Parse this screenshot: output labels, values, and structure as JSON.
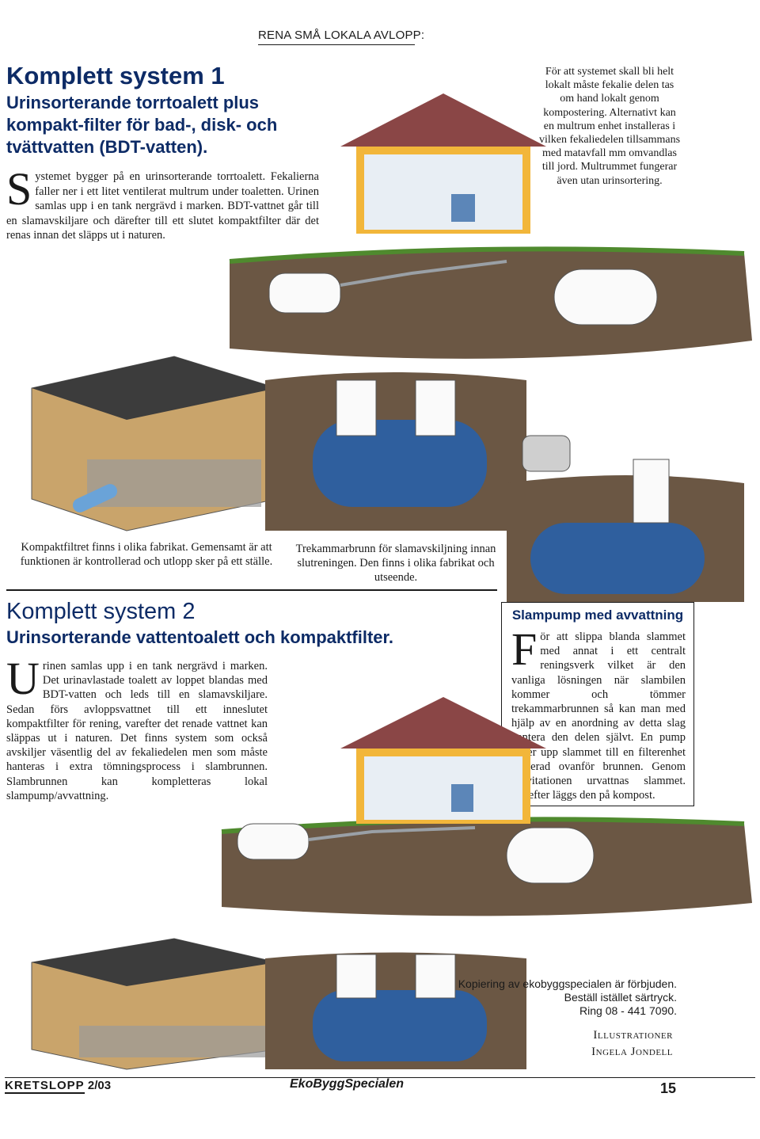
{
  "header": {
    "section": "RENA SMÅ LOKALA AVLOPP:"
  },
  "system1": {
    "title": "Komplett system 1",
    "subtitle_lines": [
      "Urinsorterande torrtoalett plus",
      "kompakt-filter för bad-, disk- och",
      "tvättvatten (BDT-vatten)."
    ],
    "dropcap": "S",
    "body": "ystemet bygger på en urinsorterande torrtoalett. Fekalierna faller ner i ett litet ventilerat multrum under toaletten. Urinen samlas upp i en tank nergrävd i marken. BDT-vattnet går till en slamavskiljare och därefter till ett slutet kompaktfilter där det renas innan det släpps ut i naturen.",
    "note": "För att systemet skall bli helt lokalt måste fekalie delen tas om hand lokalt genom kompostering. Alternativt kan en multrum enhet installeras i vilken fekaliedelen tillsammans med matavfall mm omvandlas till jord. Multrummet fungerar även utan urinsortering."
  },
  "captions": {
    "filter": "Kompaktfiltret finns i olika fabrikat. Gemensamt är att funktionen är kontrollerad och utlopp sker på ett ställe.",
    "tank": "Trekammarbrunn för slamavskiljning innan slutreningen. Den finns i olika fabrikat och utseende."
  },
  "system2": {
    "title": "Komplett system 2",
    "subtitle": "Urinsorterande vattentoalett och kompaktfilter.",
    "dropcap": "U",
    "body": "rinen samlas upp i en tank nergrävd i marken. Det urinavlastade toalett av loppet blandas med BDT-vatten och leds till en slamavskiljare. Sedan förs avloppsvattnet till ett inneslutet kompaktfilter för rening, varefter det renade vattnet kan släppas ut i naturen. Det finns system som också avskiljer väsentlig del av fekaliedelen men som måste hanteras i extra tömningsprocess i slambrunnen. Slambrunnen kan kompletteras lokal slampump/avvattning."
  },
  "sidebox": {
    "title": "Slampump med avvattning",
    "dropcap": "F",
    "body": "ör att slippa blanda slammet med annat i ett centralt reningsverk vilket är den vanliga lösningen när slambilen kommer och tömmer trekammarbrunnen så kan man med hjälp av en anordning av detta slag hantera den delen självt. En pump suger upp slammet till en filterenhet placerad ovanför brunnen. Genom gravitationen urvattnas slammet. Därefter läggs den på kompost."
  },
  "copyright": {
    "line1": "Kopiering av ekobyggspecialen är förbjuden. Beställ istället särtryck.",
    "line2": "Ring 08 - 441 7090."
  },
  "credit": {
    "line1": "Illustrationer",
    "line2": "Ingela Jondell"
  },
  "footer": {
    "brand": "KRETSLOPP",
    "issue": "2/03",
    "magazine": "EkoByggSpecialen",
    "page": "15"
  },
  "colors": {
    "title_blue": "#0d2b66",
    "soil": "#6b5744",
    "grass": "#4f8a2e",
    "roof": "#8a4646",
    "wall": "#f2b63a",
    "water": "#3f78b8",
    "pipe": "#9aa0a6"
  }
}
